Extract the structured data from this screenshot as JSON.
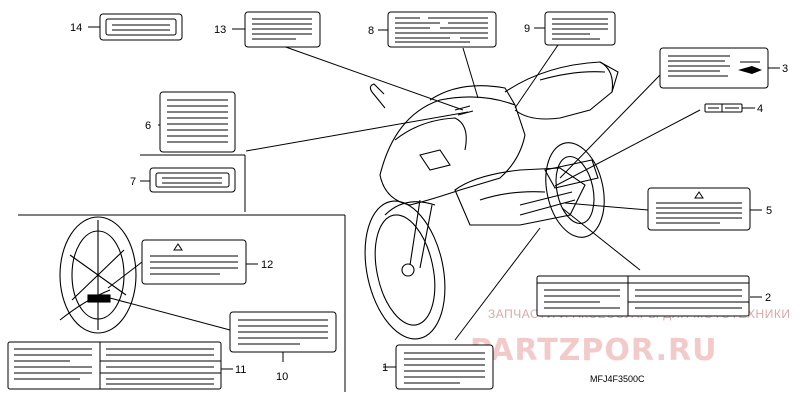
{
  "diagram": {
    "callouts": [
      "1",
      "2",
      "3",
      "4",
      "5",
      "6",
      "7",
      "8",
      "9",
      "10",
      "11",
      "12",
      "13",
      "14"
    ],
    "diagram_code": "MFJ4F3500C",
    "watermark": {
      "line1": "ЗАПЧАСТИ И АКСЕССУАРЫ ДЛЯ МОТОТЕХНИКИ",
      "line2": "PARTZPOR.RU"
    },
    "colors": {
      "ink": "#000000",
      "watermark_light": "#f2caca",
      "watermark_text": "#d9a9a9"
    }
  }
}
